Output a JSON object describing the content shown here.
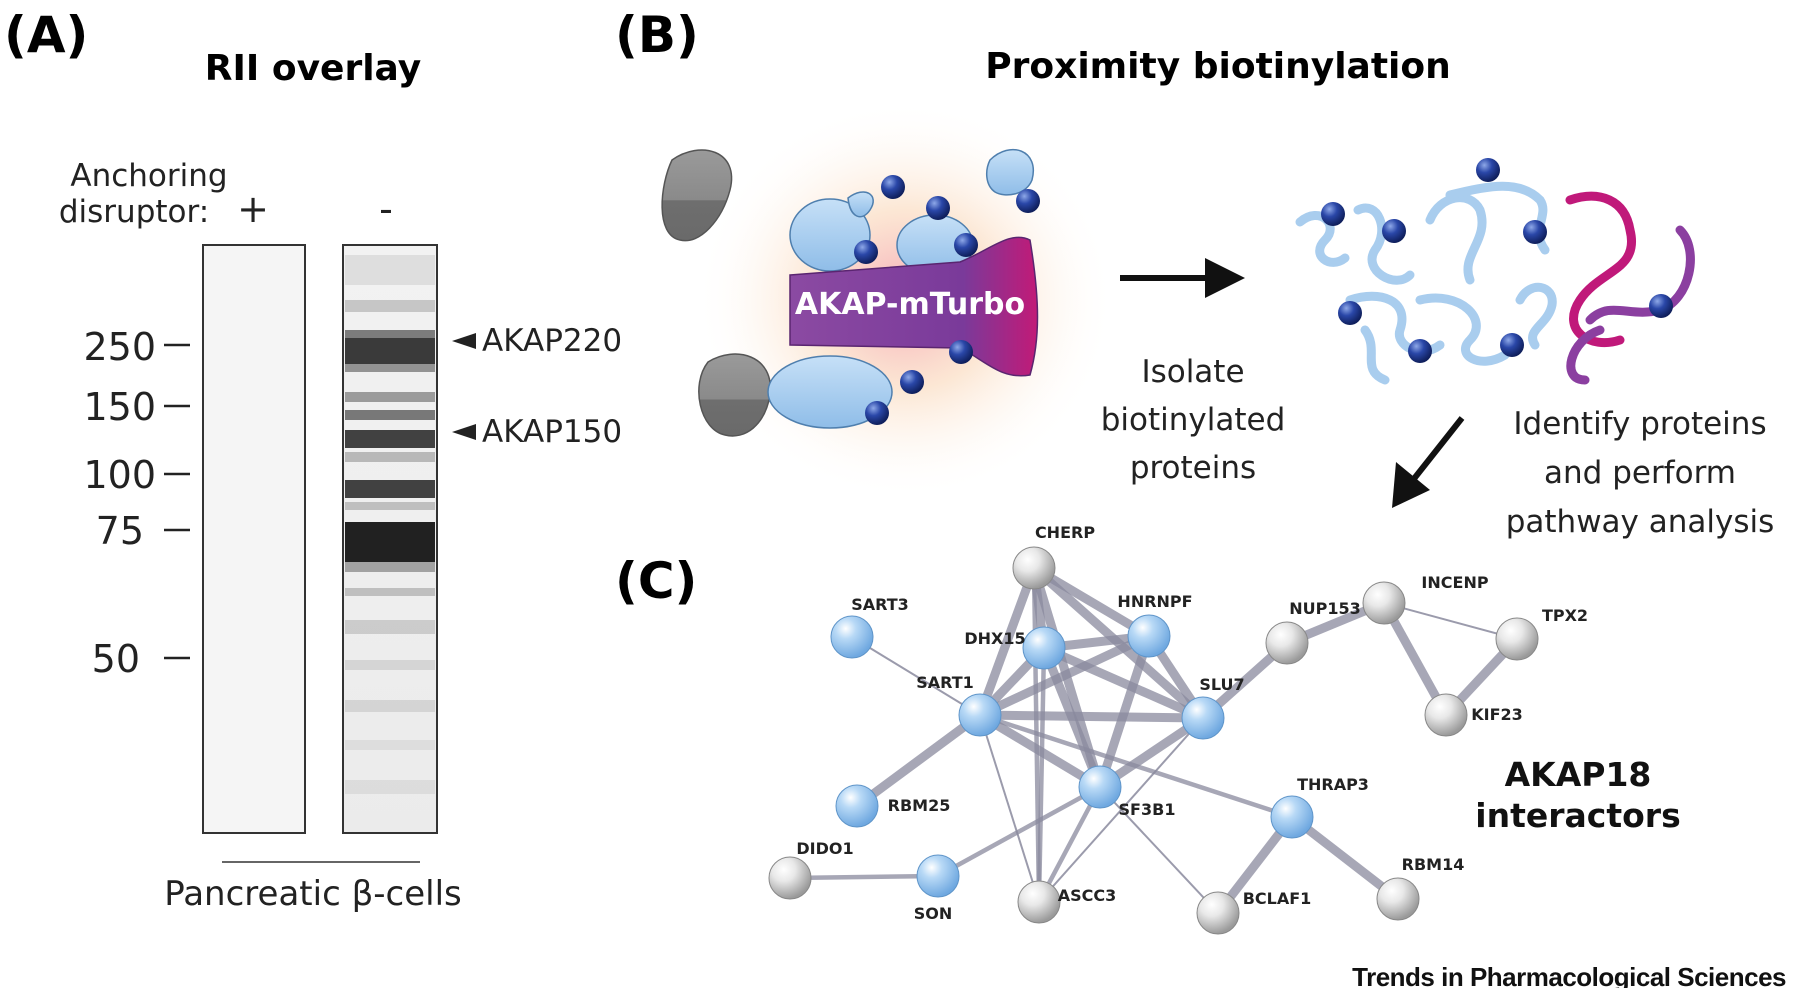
{
  "panel_a": {
    "letter": "(A)",
    "title": "RII overlay",
    "condition_label_line1": "Anchoring",
    "condition_label_line2": "disruptor:",
    "lane_plus": "+",
    "lane_minus": "-",
    "markers": [
      "250",
      "150",
      "100",
      "75",
      "50"
    ],
    "band_label_1": "AKAP220",
    "band_label_2": "AKAP150",
    "sample_label": "Pancreatic β-cells"
  },
  "panel_b": {
    "letter": "(B)",
    "title": "Proximity biotinylation",
    "bait_label": "AKAP-mTurbo",
    "step1_line1": "Isolate",
    "step1_line2": "biotinylated",
    "step1_line3": "proteins",
    "step2_line1": "Identify proteins",
    "step2_line2": "and perform",
    "step2_line3": "pathway analysis"
  },
  "panel_c": {
    "letter": "(C)",
    "title_line1": "AKAP18",
    "title_line2": "interactors",
    "nodes": [
      {
        "id": "CHERP",
        "label": "CHERP",
        "color": "grey"
      },
      {
        "id": "SART3",
        "label": "SART3",
        "color": "blue"
      },
      {
        "id": "DHX15",
        "label": "DHX15",
        "color": "blue"
      },
      {
        "id": "HNRNPF",
        "label": "HNRNPF",
        "color": "blue"
      },
      {
        "id": "NUP153",
        "label": "NUP153",
        "color": "grey"
      },
      {
        "id": "INCENP",
        "label": "INCENP",
        "color": "grey"
      },
      {
        "id": "TPX2",
        "label": "TPX2",
        "color": "grey"
      },
      {
        "id": "SART1",
        "label": "SART1",
        "color": "blue"
      },
      {
        "id": "SLU7",
        "label": "SLU7",
        "color": "blue"
      },
      {
        "id": "KIF23",
        "label": "KIF23",
        "color": "grey"
      },
      {
        "id": "SF3B1",
        "label": "SF3B1",
        "color": "blue"
      },
      {
        "id": "THRAP3",
        "label": "THRAP3",
        "color": "blue"
      },
      {
        "id": "RBM25",
        "label": "RBM25",
        "color": "blue"
      },
      {
        "id": "DIDO1",
        "label": "DIDO1",
        "color": "grey"
      },
      {
        "id": "SON",
        "label": "SON",
        "color": "blue"
      },
      {
        "id": "ASCC3",
        "label": "ASCC3",
        "color": "grey"
      },
      {
        "id": "BCLAF1",
        "label": "BCLAF1",
        "color": "grey"
      },
      {
        "id": "RBM14",
        "label": "RBM14",
        "color": "grey"
      }
    ],
    "edges": [
      [
        "CHERP",
        "DHX15",
        "thick"
      ],
      [
        "CHERP",
        "HNRNPF",
        "thick"
      ],
      [
        "CHERP",
        "SART1",
        "thick"
      ],
      [
        "CHERP",
        "SLU7",
        "thick"
      ],
      [
        "CHERP",
        "SF3B1",
        "thick"
      ],
      [
        "CHERP",
        "ASCC3",
        "med"
      ],
      [
        "DHX15",
        "HNRNPF",
        "thick"
      ],
      [
        "DHX15",
        "SART1",
        "thick"
      ],
      [
        "DHX15",
        "SLU7",
        "thick"
      ],
      [
        "DHX15",
        "SF3B1",
        "thick"
      ],
      [
        "DHX15",
        "ASCC3",
        "med"
      ],
      [
        "HNRNPF",
        "SART1",
        "thick"
      ],
      [
        "HNRNPF",
        "SLU7",
        "thick"
      ],
      [
        "HNRNPF",
        "SF3B1",
        "thick"
      ],
      [
        "SART1",
        "SLU7",
        "thick"
      ],
      [
        "SART1",
        "SF3B1",
        "thick"
      ],
      [
        "SART1",
        "RBM25",
        "thick"
      ],
      [
        "SART1",
        "ASCC3",
        "thin"
      ],
      [
        "SART1",
        "THRAP3",
        "med"
      ],
      [
        "SART3",
        "SART1",
        "thin"
      ],
      [
        "SLU7",
        "SF3B1",
        "thick"
      ],
      [
        "SLU7",
        "NUP153",
        "thick"
      ],
      [
        "SLU7",
        "ASCC3",
        "thin"
      ],
      [
        "SF3B1",
        "ASCC3",
        "med"
      ],
      [
        "SF3B1",
        "SON",
        "med"
      ],
      [
        "SF3B1",
        "BCLAF1",
        "thin"
      ],
      [
        "NUP153",
        "INCENP",
        "thick"
      ],
      [
        "INCENP",
        "KIF23",
        "thick"
      ],
      [
        "INCENP",
        "TPX2",
        "thin"
      ],
      [
        "TPX2",
        "KIF23",
        "thick"
      ],
      [
        "THRAP3",
        "BCLAF1",
        "thick"
      ],
      [
        "THRAP3",
        "RBM14",
        "thick"
      ],
      [
        "DIDO1",
        "SON",
        "med"
      ]
    ]
  },
  "credit": "Trends in Pharmacological Sciences",
  "colors": {
    "blue_node": "#9cc8ef",
    "grey_node": "#d9d9d9",
    "edge": "#8a8a9e",
    "bait_purple": "#8a3f9a",
    "bait_magenta": "#c01a78",
    "biotin": "#1e3a8a",
    "protein_blue": "#a8cdee",
    "protein_grey": "#888888"
  }
}
